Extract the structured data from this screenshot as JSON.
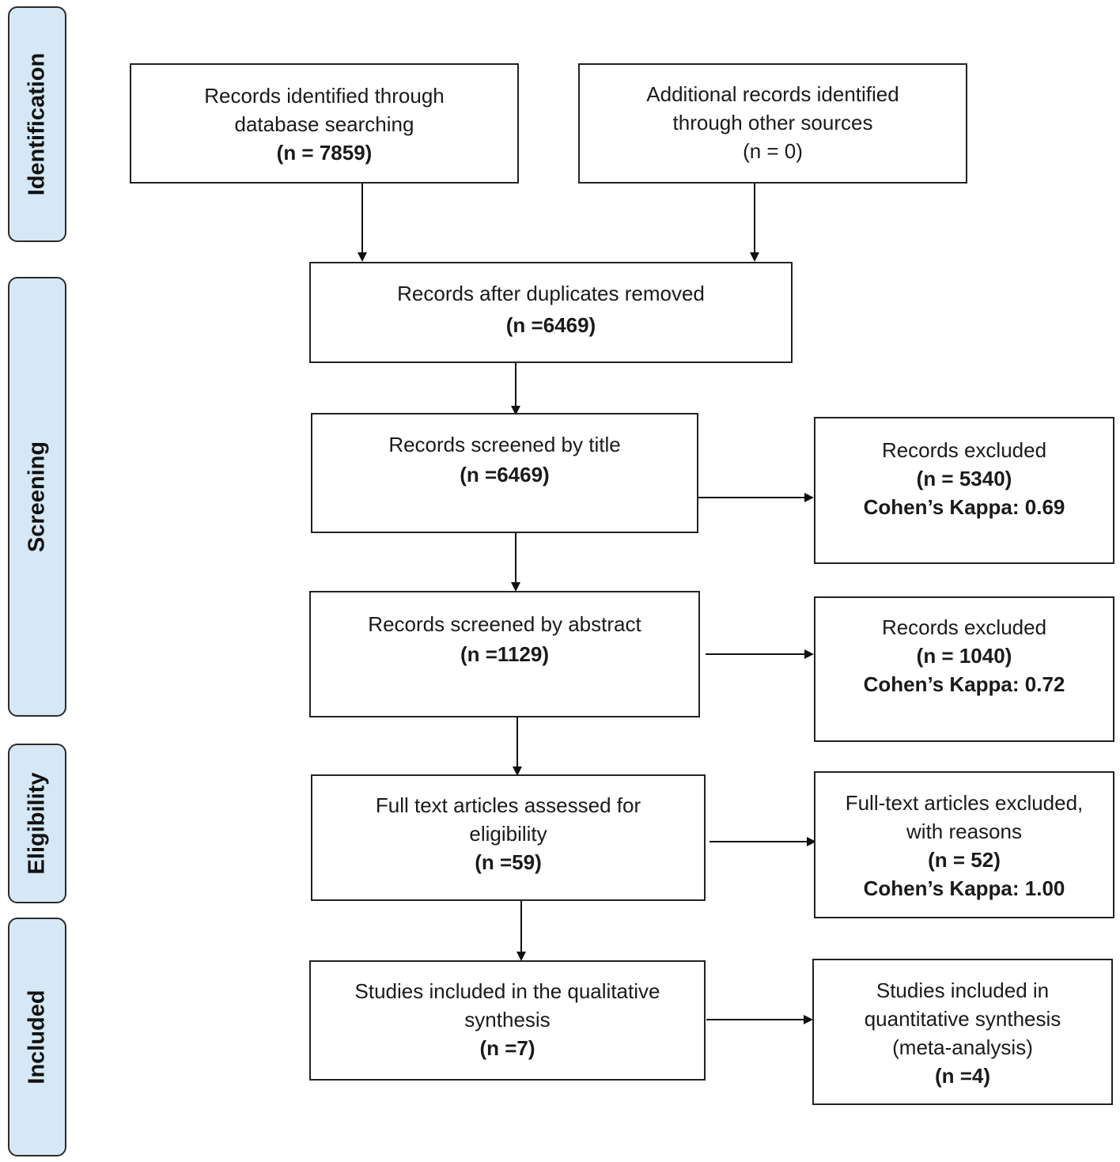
{
  "stages": {
    "identification": "Identification",
    "screening": "Screening",
    "eligibility": "Eligibility",
    "included": "Included"
  },
  "boxes": {
    "db_search": {
      "line1": "Records identified through",
      "line2": "database searching",
      "count": "(n = 7859)"
    },
    "other_sources": {
      "line1": "Additional records identified",
      "line2": "through other sources",
      "count": "(n = 0)"
    },
    "duplicates_removed": {
      "line1": "Records after duplicates removed",
      "count": "(n =6469)"
    },
    "title_screen": {
      "line1": "Records screened by title",
      "count": "(n =6469)"
    },
    "title_excluded": {
      "line1": "Records excluded",
      "count": "(n = 5340)",
      "kappa": "Cohen’s Kappa: 0.69"
    },
    "abstract_screen": {
      "line1": "Records screened by abstract",
      "count": "(n =1129)"
    },
    "abstract_excluded": {
      "line1": "Records excluded",
      "count": "(n = 1040)",
      "kappa": "Cohen’s Kappa: 0.72"
    },
    "fulltext_assessed": {
      "line1": "Full text articles assessed for",
      "line2": "eligibility",
      "count": "(n =59)"
    },
    "fulltext_excluded": {
      "line1": "Full-text articles excluded,",
      "line2": "with reasons",
      "count": "(n = 52)",
      "kappa": "Cohen’s Kappa: 1.00"
    },
    "qualitative": {
      "line1": "Studies included in the qualitative",
      "line2": "synthesis",
      "count": "(n =7)"
    },
    "quantitative": {
      "line1": "Studies included in",
      "line2": "quantitative synthesis",
      "line3": "(meta-analysis)",
      "count": "(n =4)"
    }
  }
}
